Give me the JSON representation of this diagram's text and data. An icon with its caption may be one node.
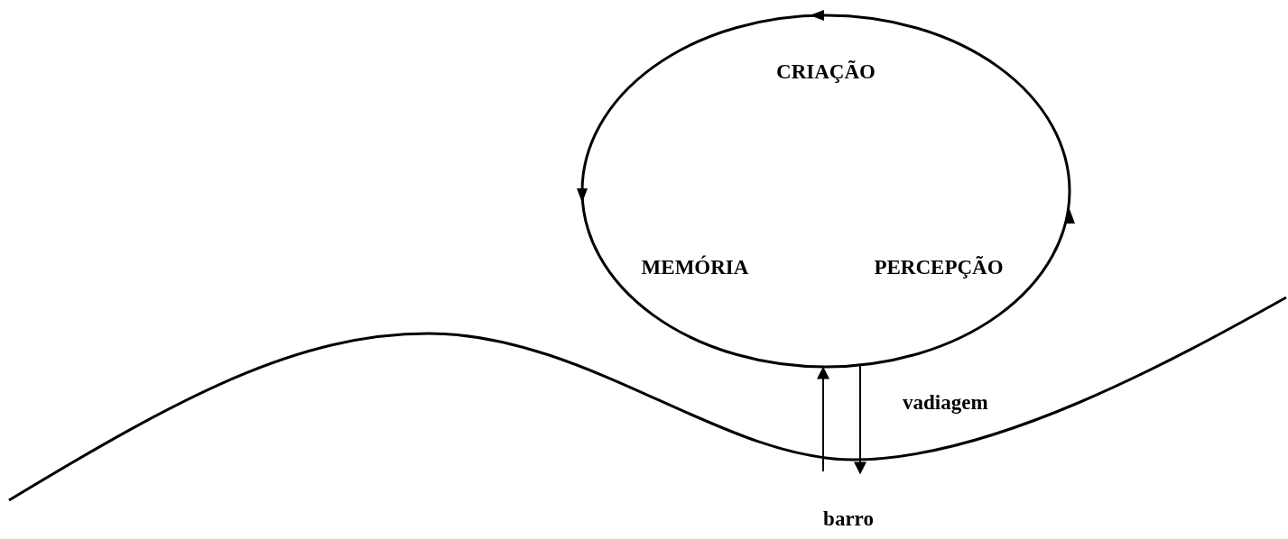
{
  "diagram": {
    "nodes": [
      {
        "text": [
          "CRIAÇÃO",
          "MEMÓRIA",
          "PERCEPÇÃO"
        ]
      },
      {
        "text": [],
        "shape": "curve",
        "beside": [
          "barro"
        ]
      }
    ],
    "edges": [
      {
        "from": 1,
        "to": 0,
        "arrow": "to"
      },
      {
        "from": 0,
        "to": 1,
        "arrow": "to",
        "label": "vadiagem"
      }
    ]
  }
}
